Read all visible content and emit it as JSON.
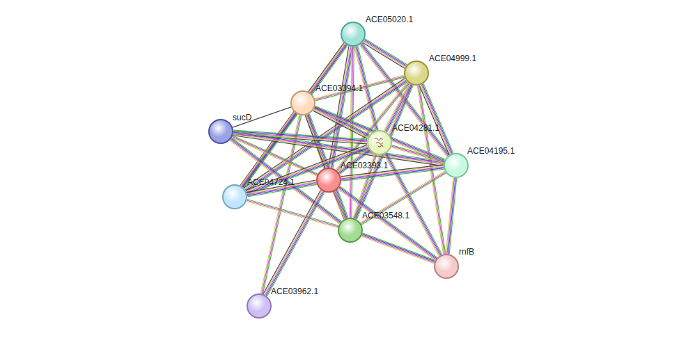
{
  "diagram": {
    "nodes": [
      {
        "text": [
          "ACE05020.1"
        ]
      },
      {
        "text": [
          "ACE04999.1"
        ]
      },
      {
        "text": [
          "ACE03394.1"
        ]
      },
      {
        "text": [
          "sucD"
        ]
      },
      {
        "text": [
          "ACE04281.1"
        ]
      },
      {
        "text": [
          "ACE04195.1"
        ]
      },
      {
        "text": [
          "ACE03393.1"
        ]
      },
      {
        "text": [
          "ACE04724.1"
        ]
      },
      {
        "text": [
          "ACE03548.1"
        ]
      },
      {
        "text": [
          "rnfB"
        ]
      },
      {
        "text": [
          "ACE03962.1"
        ]
      }
    ],
    "edges": [
      {
        "from": 0,
        "to": 1,
        "arrow": "none"
      },
      {
        "from": 0,
        "to": 2,
        "arrow": "none"
      },
      {
        "from": 0,
        "to": 4,
        "arrow": "none"
      },
      {
        "from": 0,
        "to": 6,
        "arrow": "none"
      },
      {
        "from": 0,
        "to": 8,
        "arrow": "none"
      },
      {
        "from": 0,
        "to": 5,
        "arrow": "none"
      },
      {
        "from": 0,
        "to": 7,
        "arrow": "none"
      },
      {
        "from": 1,
        "to": 2,
        "arrow": "none"
      },
      {
        "from": 1,
        "to": 4,
        "arrow": "none"
      },
      {
        "from": 1,
        "to": 5,
        "arrow": "none"
      },
      {
        "from": 1,
        "to": 6,
        "arrow": "none"
      },
      {
        "from": 1,
        "to": 8,
        "arrow": "none"
      },
      {
        "from": 1,
        "to": 7,
        "arrow": "none"
      },
      {
        "from": 1,
        "to": 9,
        "arrow": "none"
      },
      {
        "from": 2,
        "to": 3,
        "arrow": "none"
      },
      {
        "from": 2,
        "to": 4,
        "arrow": "none"
      },
      {
        "from": 2,
        "to": 6,
        "arrow": "none"
      },
      {
        "from": 2,
        "to": 7,
        "arrow": "none"
      },
      {
        "from": 2,
        "to": 8,
        "arrow": "none"
      },
      {
        "from": 2,
        "to": 10,
        "arrow": "none"
      },
      {
        "from": 2,
        "to": 5,
        "arrow": "none"
      },
      {
        "from": 3,
        "to": 4,
        "arrow": "none"
      },
      {
        "from": 3,
        "to": 6,
        "arrow": "none"
      },
      {
        "from": 3,
        "to": 8,
        "arrow": "none"
      },
      {
        "from": 3,
        "to": 5,
        "arrow": "none"
      },
      {
        "from": 4,
        "to": 5,
        "arrow": "none"
      },
      {
        "from": 4,
        "to": 6,
        "arrow": "none"
      },
      {
        "from": 4,
        "to": 7,
        "arrow": "none"
      },
      {
        "from": 4,
        "to": 8,
        "arrow": "none"
      },
      {
        "from": 4,
        "to": 9,
        "arrow": "none"
      },
      {
        "from": 5,
        "to": 6,
        "arrow": "none"
      },
      {
        "from": 5,
        "to": 8,
        "arrow": "none"
      },
      {
        "from": 5,
        "to": 9,
        "arrow": "none"
      },
      {
        "from": 6,
        "to": 7,
        "arrow": "none"
      },
      {
        "from": 6,
        "to": 8,
        "arrow": "none"
      },
      {
        "from": 6,
        "to": 9,
        "arrow": "none"
      },
      {
        "from": 6,
        "to": 10,
        "arrow": "none"
      },
      {
        "from": 7,
        "to": 8,
        "arrow": "none"
      },
      {
        "from": 8,
        "to": 9,
        "arrow": "none"
      }
    ]
  }
}
